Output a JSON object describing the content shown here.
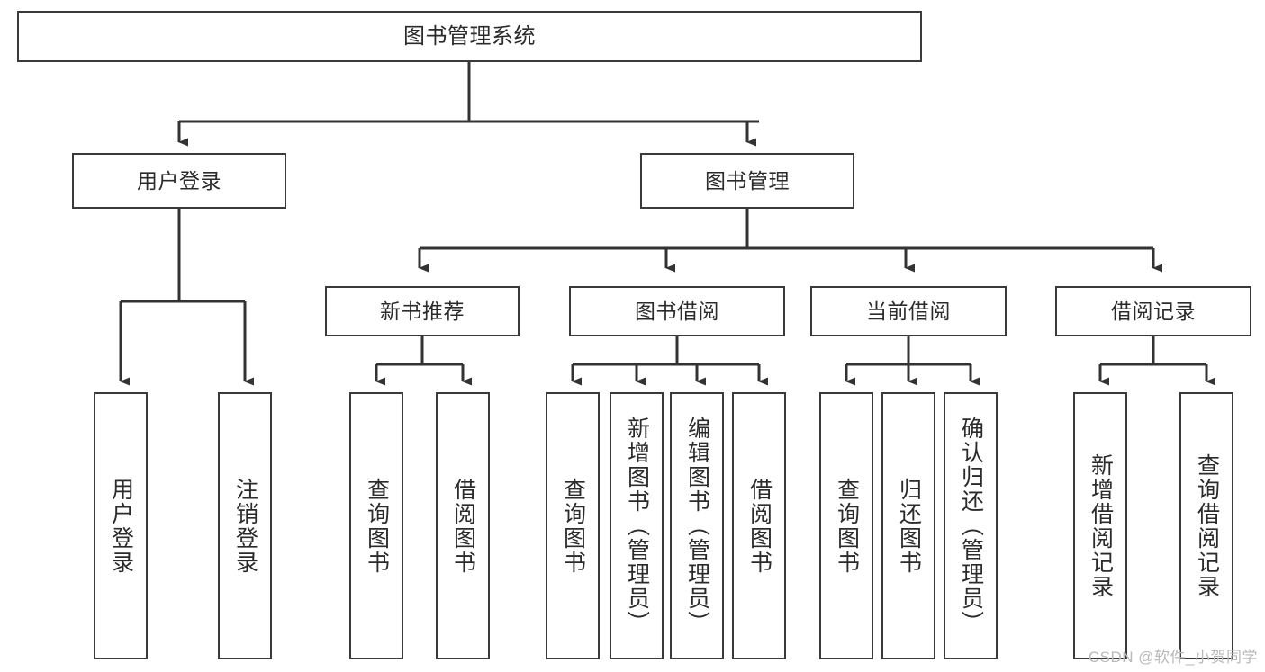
{
  "diagram": {
    "title": "图书管理系统",
    "type": "tree-hierarchy",
    "colors": {
      "box_border": "#3a3a3a",
      "box_fill": "#ffffff",
      "connector": "#333333",
      "text": "#2b2b2b",
      "watermark": "#b9b9b9",
      "background": "#ffffff"
    }
  },
  "watermark": {
    "text": "CSDN @软件_小贺同学"
  },
  "nodes": {
    "root": {
      "label": "图书管理系统"
    },
    "level1": [
      {
        "label": "用户登录"
      },
      {
        "label": "图书管理"
      }
    ],
    "level2": [
      {
        "label": "新书推荐"
      },
      {
        "label": "图书借阅"
      },
      {
        "label": "当前借阅"
      },
      {
        "label": "借阅记录"
      }
    ],
    "leaves_user_login": [
      {
        "label": "用户登录"
      },
      {
        "label": "注销登录"
      }
    ],
    "leaves_new_book": [
      {
        "label": "查询图书"
      },
      {
        "label": "借阅图书"
      }
    ],
    "leaves_borrow": [
      {
        "label": "查询图书"
      },
      {
        "label": "新增图书（管理员）"
      },
      {
        "label": "编辑图书（管理员）"
      },
      {
        "label": "借阅图书"
      }
    ],
    "leaves_current": [
      {
        "label": "查询图书"
      },
      {
        "label": "归还图书"
      },
      {
        "label": "确认归还（管理员）"
      }
    ],
    "leaves_records": [
      {
        "label": "新增借阅记录"
      },
      {
        "label": "查询借阅记录"
      }
    ]
  }
}
